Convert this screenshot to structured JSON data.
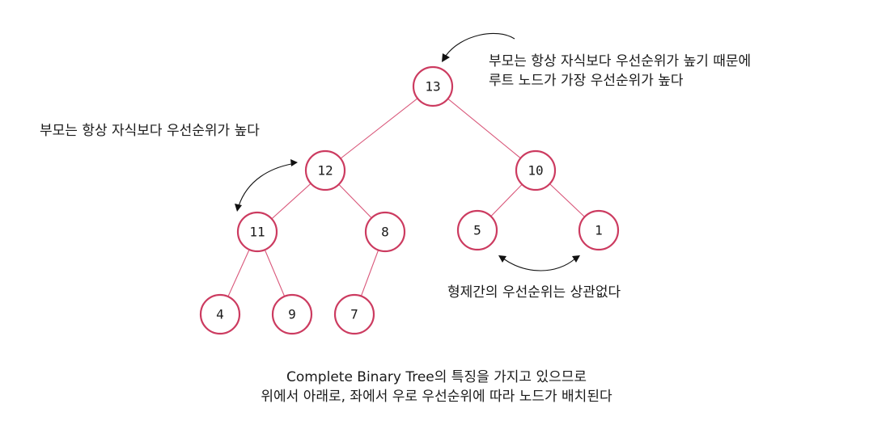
{
  "tree": {
    "colors": {
      "node_stroke": "#cc3b60",
      "edge": "#d9577a",
      "arrow": "#111111"
    },
    "nodes": [
      {
        "id": "n13",
        "label": "13"
      },
      {
        "id": "n12",
        "label": "12"
      },
      {
        "id": "n10",
        "label": "10"
      },
      {
        "id": "n11",
        "label": "11"
      },
      {
        "id": "n8",
        "label": "8"
      },
      {
        "id": "n5",
        "label": "5"
      },
      {
        "id": "n1",
        "label": "1"
      },
      {
        "id": "n4",
        "label": "4"
      },
      {
        "id": "n9",
        "label": "9"
      },
      {
        "id": "n7",
        "label": "7"
      }
    ],
    "edges": [
      [
        "n13",
        "n12"
      ],
      [
        "n13",
        "n10"
      ],
      [
        "n12",
        "n11"
      ],
      [
        "n12",
        "n8"
      ],
      [
        "n10",
        "n5"
      ],
      [
        "n10",
        "n1"
      ],
      [
        "n11",
        "n4"
      ],
      [
        "n11",
        "n9"
      ],
      [
        "n8",
        "n7"
      ]
    ]
  },
  "annotations": {
    "root_note": {
      "line1": "부모는 항상 자식보다 우선순위가 높기 때문에",
      "line2": "루트 노드가 가장 우선순위가 높다"
    },
    "parent_note": "부모는 항상 자식보다 우선순위가 높다",
    "sibling_note": "형제간의 우선순위는 상관없다",
    "bottom_note": {
      "line1": "Complete Binary Tree의 특징을 가지고 있으므로",
      "line2": "위에서 아래로, 좌에서 우로 우선순위에 따라 노드가 배치된다"
    }
  }
}
